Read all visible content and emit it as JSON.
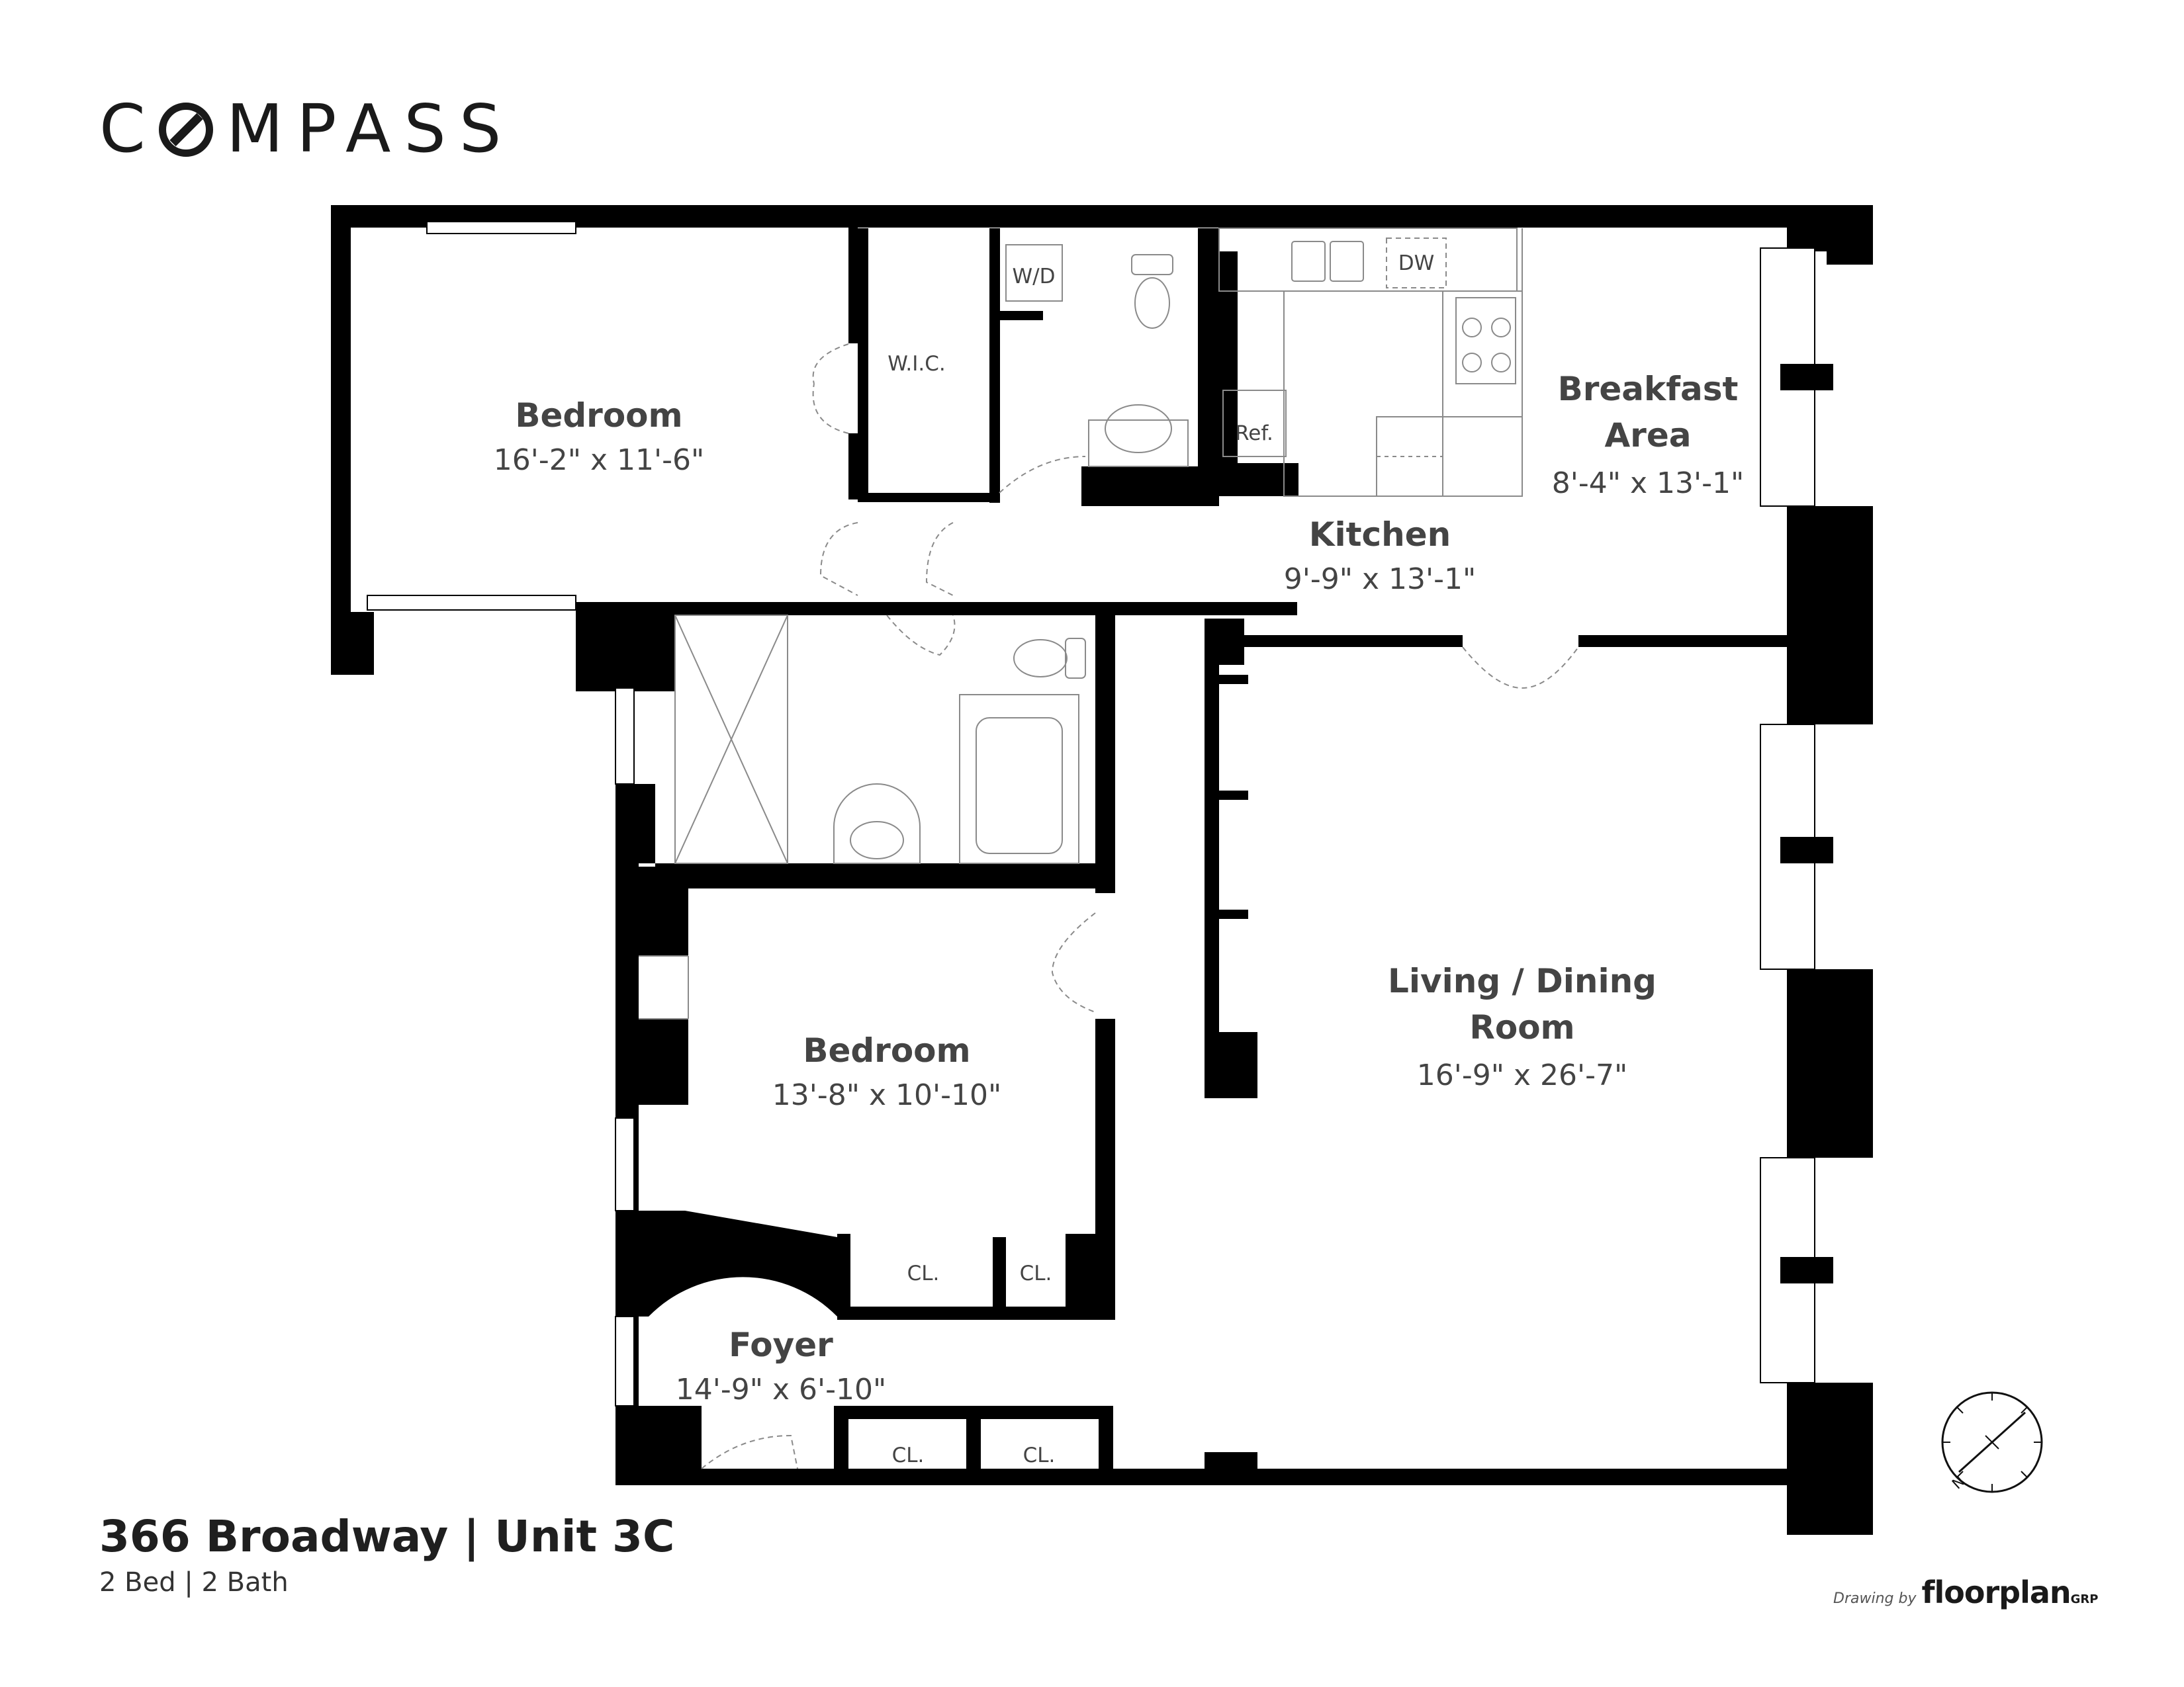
{
  "brand": {
    "logo": "COMPASS"
  },
  "listing": {
    "address": "366 Broadway | Unit 3C",
    "summary": "2 Bed | 2 Bath"
  },
  "rooms": {
    "bedroom1": {
      "name": "Bedroom",
      "dims": "16'-2\" x 11'-6\""
    },
    "bedroom2": {
      "name": "Bedroom",
      "dims": "13'-8\" x 10'-10\""
    },
    "kitchen": {
      "name": "Kitchen",
      "dims": "9'-9\" x 13'-1\""
    },
    "breakfast": {
      "name_line1": "Breakfast",
      "name_line2": "Area",
      "dims": "8'-4\" x 13'-1\""
    },
    "living": {
      "name_line1": "Living / Dining",
      "name_line2": "Room",
      "dims": "16'-9\" x 26'-7\""
    },
    "foyer": {
      "name": "Foyer",
      "dims": "14'-9\" x 6'-10\""
    }
  },
  "fixtures": {
    "wic": "W.I.C.",
    "wd": "W/D",
    "dw": "DW",
    "ref": "Ref.",
    "closet": "CL."
  },
  "credit": {
    "prefix": "Drawing by",
    "brand": "floorplan",
    "suffix": "GRP"
  },
  "compass_rose": {
    "north_label": "N"
  },
  "colors": {
    "wall": "#000000",
    "text": "#444444",
    "fixture_line": "#8a8a8a"
  }
}
